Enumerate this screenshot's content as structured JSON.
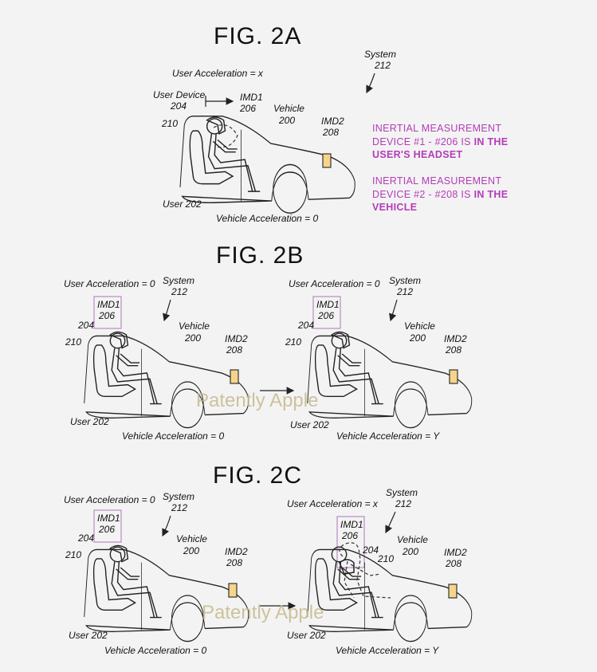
{
  "fig2a": {
    "title": "FIG. 2A",
    "user_accel": "User Acceleration = x",
    "system_label": "System",
    "system_num": "212",
    "user_device_label": "User Device",
    "user_device_num": "204",
    "imd1_label": "IMD1",
    "imd1_num": "206",
    "vehicle_label": "Vehicle",
    "vehicle_num": "200",
    "imd2_label": "IMD2",
    "imd2_num": "208",
    "ref_210": "210",
    "user_label": "User 202",
    "vehicle_accel": "Vehicle Acceleration = 0"
  },
  "notes": {
    "imd1_plain": "INERTIAL MEASUREMENT DEVICE #1 - #206 IS ",
    "imd1_bold": "IN THE USER'S HEADSET",
    "imd2_plain": "INERTIAL MEASUREMENT DEVICE #2 - #208 IS ",
    "imd2_bold": "IN THE VEHICLE"
  },
  "fig2b": {
    "title": "FIG. 2B",
    "left": {
      "user_accel": "User Acceleration = 0",
      "system_label": "System",
      "system_num": "212",
      "imd1_label": "IMD1",
      "imd1_num": "206",
      "ref_204": "204",
      "ref_210": "210",
      "vehicle_label": "Vehicle",
      "vehicle_num": "200",
      "imd2_label": "IMD2",
      "imd2_num": "208",
      "user_label": "User 202",
      "vehicle_accel": "Vehicle Acceleration = 0"
    },
    "right": {
      "user_accel": "User Acceleration = 0",
      "system_label": "System",
      "system_num": "212",
      "imd1_label": "IMD1",
      "imd1_num": "206",
      "ref_204": "204",
      "ref_210": "210",
      "vehicle_label": "Vehicle",
      "vehicle_num": "200",
      "imd2_label": "IMD2",
      "imd2_num": "208",
      "user_label": "User 202",
      "vehicle_accel": "Vehicle Acceleration = Y"
    },
    "watermark": "Patently Apple"
  },
  "fig2c": {
    "title": "FIG. 2C",
    "left": {
      "user_accel": "User Acceleration = 0",
      "system_label": "System",
      "system_num": "212",
      "imd1_label": "IMD1",
      "imd1_num": "206",
      "ref_204": "204",
      "ref_210": "210",
      "vehicle_label": "Vehicle",
      "vehicle_num": "200",
      "imd2_label": "IMD2",
      "imd2_num": "208",
      "user_label": "User 202",
      "vehicle_accel": "Vehicle Acceleration = 0"
    },
    "right": {
      "user_accel": "User Acceleration = x",
      "system_label": "System",
      "system_num": "212",
      "imd1_label": "IMD1",
      "imd1_num": "206",
      "ref_204": "204",
      "ref_210": "210",
      "vehicle_label": "Vehicle",
      "vehicle_num": "200",
      "imd2_label": "IMD2",
      "imd2_num": "208",
      "user_label": "User 202",
      "vehicle_accel": "Vehicle Acceleration = Y"
    },
    "watermark": "Patently Apple"
  },
  "colors": {
    "annotation": "#b33cb8",
    "imd2_fill": "#f6d58a",
    "watermark": "#c7b98f",
    "highlight_box": "#b98ac4"
  },
  "icons": [
    "car-outline",
    "seated-user",
    "headset",
    "imd-box",
    "arrow-right",
    "system-arrow"
  ]
}
